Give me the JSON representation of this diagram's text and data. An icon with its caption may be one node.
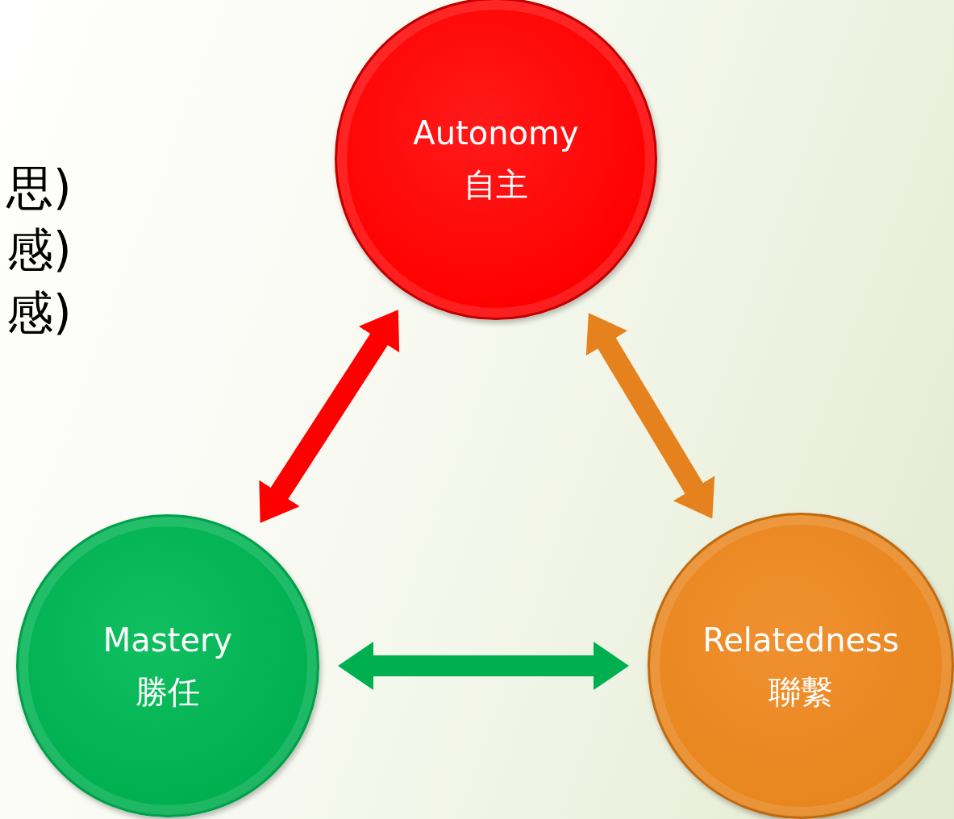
{
  "diagram": {
    "nodes": [
      {
        "text": [
          "Autonomy",
          "自主"
        ]
      },
      {
        "text": [
          "Mastery",
          "勝任"
        ]
      },
      {
        "text": [
          "Relatedness",
          "聯繫"
        ]
      }
    ],
    "edges": [
      {
        "from": 0,
        "to": 1,
        "arrow": "both",
        "color": "#ff0000"
      },
      {
        "from": 0,
        "to": 2,
        "arrow": "both",
        "color": "#e6821e"
      },
      {
        "from": 1,
        "to": 2,
        "arrow": "both",
        "color": "#00b050"
      }
    ],
    "labels": [
      "思)",
      "感)",
      "感)"
    ]
  }
}
